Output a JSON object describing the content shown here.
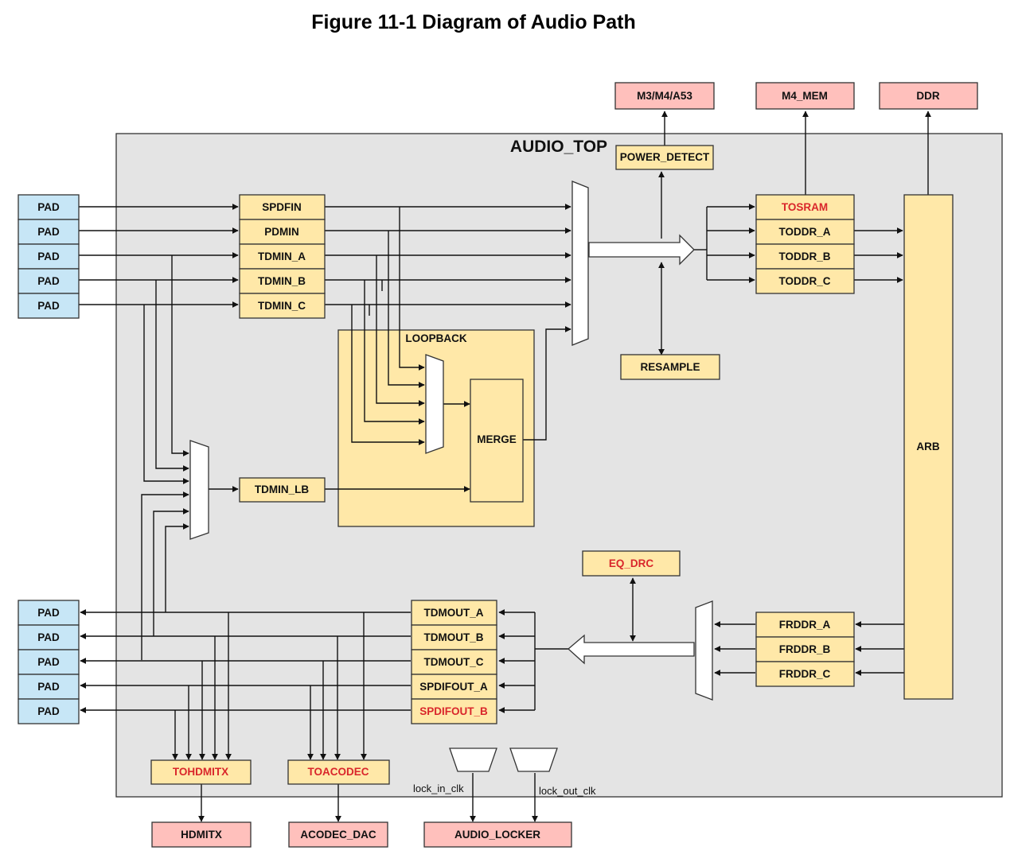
{
  "title": "Figure 11-1 Diagram of Audio Path",
  "top_label": "AUDIO_TOP",
  "loopback_label": "LOOPBACK",
  "pads": [
    "PAD",
    "PAD",
    "PAD",
    "PAD",
    "PAD",
    "PAD",
    "PAD",
    "PAD",
    "PAD",
    "PAD"
  ],
  "blocks": {
    "spdfin": "SPDFIN",
    "pdmin": "PDMIN",
    "tdmin_a": "TDMIN_A",
    "tdmin_b": "TDMIN_B",
    "tdmin_c": "TDMIN_C",
    "tdmin_lb": "TDMIN_LB",
    "merge": "MERGE",
    "power_detect": "POWER_DETECT",
    "resample": "RESAMPLE",
    "tosram": "TOSRAM",
    "toddr_a": "TODDR_A",
    "toddr_b": "TODDR_B",
    "toddr_c": "TODDR_C",
    "arb": "ARB",
    "eq_drc": "EQ_DRC",
    "frddr_a": "FRDDR_A",
    "frddr_b": "FRDDR_B",
    "frddr_c": "FRDDR_C",
    "tdmout_a": "TDMOUT_A",
    "tdmout_b": "TDMOUT_B",
    "tdmout_c": "TDMOUT_C",
    "spdifout_a": "SPDIFOUT_A",
    "spdifout_b": "SPDIFOUT_B",
    "tohdmitx": "TOHDMITX",
    "toacodec": "TOACODEC"
  },
  "external": {
    "m3m4a53": "M3/M4/A53",
    "m4_mem": "M4_MEM",
    "ddr": "DDR",
    "hdmitx": "HDMITX",
    "acodec_dac": "ACODEC_DAC",
    "audio_locker": "AUDIO_LOCKER"
  },
  "signals": {
    "lock_in_clk": "lock_in_clk",
    "lock_out_clk": "lock_out_clk"
  },
  "colors": {
    "block_fill": "#ffe8a8",
    "pad_fill": "#c7e6f6",
    "external_fill": "#ffc0bc",
    "container_fill": "#e4e4e4",
    "highlight_text": "#d9262b"
  }
}
